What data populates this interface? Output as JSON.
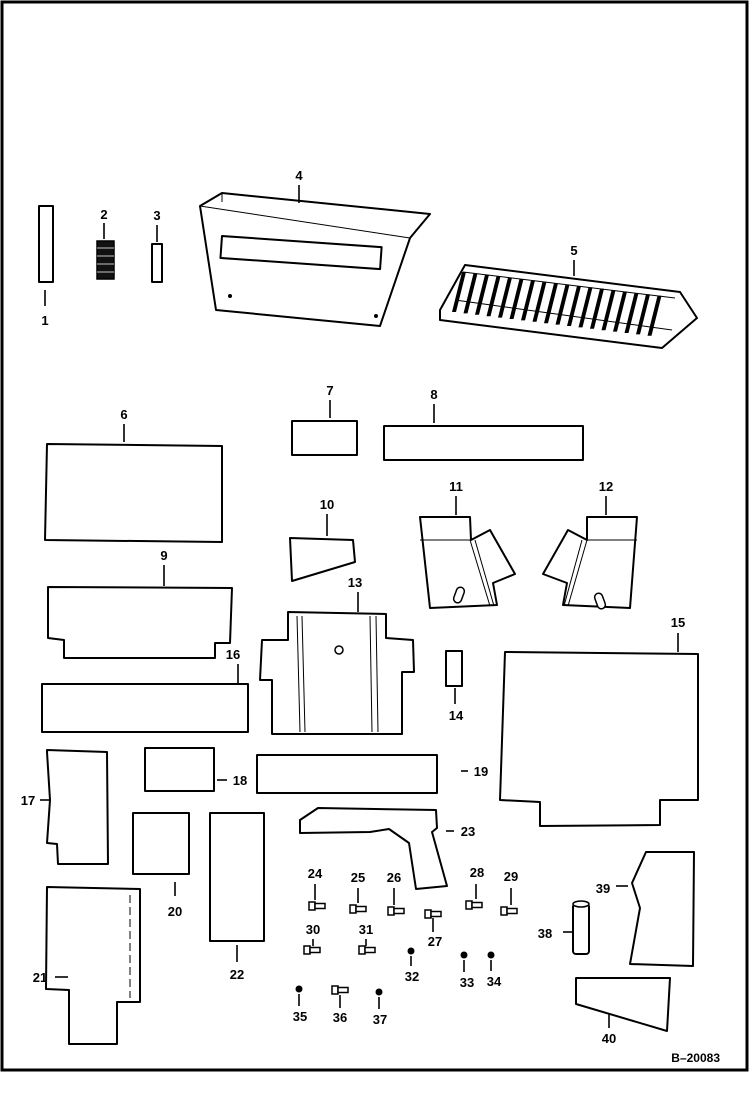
{
  "diagram": {
    "reference": "B–20083",
    "callouts": {
      "c1": "1",
      "c2": "2",
      "c3": "3",
      "c4": "4",
      "c5": "5",
      "c6": "6",
      "c7": "7",
      "c8": "8",
      "c9": "9",
      "c10": "10",
      "c11": "11",
      "c12": "12",
      "c13": "13",
      "c14": "14",
      "c15": "15",
      "c16": "16",
      "c17": "17",
      "c18": "18",
      "c19": "19",
      "c20": "20",
      "c21": "21",
      "c22": "22",
      "c23": "23",
      "c24": "24",
      "c25": "25",
      "c26": "26",
      "c27": "27",
      "c28": "28",
      "c29": "29",
      "c30": "30",
      "c31": "31",
      "c32": "32",
      "c33": "33",
      "c34": "34",
      "c35": "35",
      "c36": "36",
      "c37": "37",
      "c38": "38",
      "c39": "39",
      "c40": "40"
    }
  }
}
